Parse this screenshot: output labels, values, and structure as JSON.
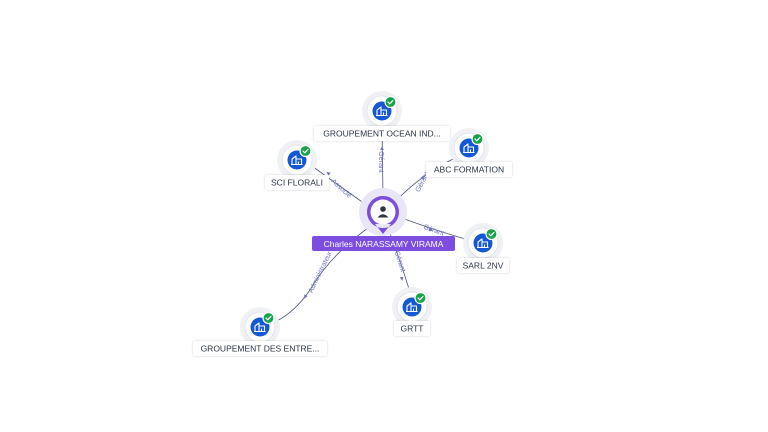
{
  "person": {
    "name": "Charles NARASSAMY VIRAMA",
    "icon": "person-icon",
    "color": "#7c4dde"
  },
  "companies": [
    {
      "id": "groupement-ocean-ind",
      "name": "GROUPEMENT OCEAN IND...",
      "role": "Gérant",
      "verified": true,
      "icon": "building-icon"
    },
    {
      "id": "abc-formation",
      "name": "ABC FORMATION",
      "role": "Gérant",
      "verified": true,
      "icon": "building-icon"
    },
    {
      "id": "sarl-2nv",
      "name": "SARL 2NV",
      "role": "Gérant",
      "verified": true,
      "icon": "building-icon"
    },
    {
      "id": "grtt",
      "name": "GRTT",
      "role": "Gérant",
      "verified": true,
      "icon": "building-icon"
    },
    {
      "id": "groupement-des-entre",
      "name": "GROUPEMENT DES ENTRE...",
      "role": "Administrateur",
      "verified": true,
      "icon": "building-icon"
    },
    {
      "id": "sci-florali",
      "name": "SCI FLORALI",
      "role": "Associé",
      "verified": true,
      "icon": "building-icon"
    }
  ],
  "colors": {
    "company": "#1558d6",
    "verified": "#16a34a",
    "edge_label": "#6d6dc4"
  }
}
